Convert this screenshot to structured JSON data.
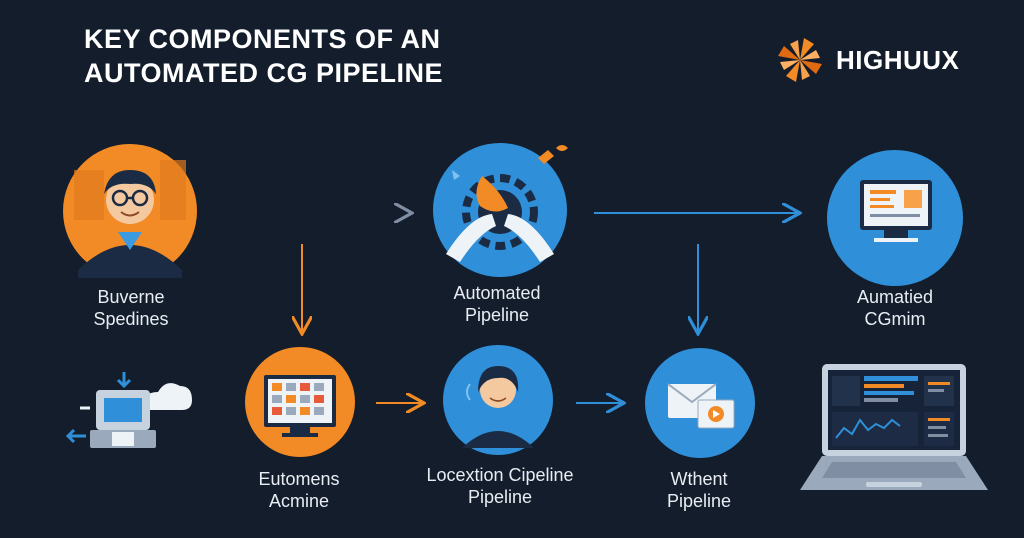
{
  "title": {
    "line1": "KEY COMPONENTS OF AN",
    "line2": "AUTOMATED CG PIPELINE"
  },
  "brand": {
    "name": "HIGHUUX",
    "icon": "pinwheel-logo-icon"
  },
  "colors": {
    "background": "#131d2c",
    "orange": "#f28a25",
    "blue": "#2f8fd8",
    "navy": "#1b2b44"
  },
  "nodes": [
    {
      "id": "business-specs",
      "line1": "Buverne",
      "line2": "Spedines",
      "icon": "developer-avatar-icon",
      "color": "orange"
    },
    {
      "id": "automated-pipeline",
      "line1": "Automated",
      "line2": "Pipeline",
      "icon": "hands-gear-icon",
      "color": "blue"
    },
    {
      "id": "automated-cg",
      "line1": "Aumatied",
      "line2": "CGmim",
      "icon": "monitor-icon",
      "color": "blue"
    },
    {
      "id": "cloud-server",
      "line1": "",
      "line2": "",
      "icon": "cloud-server-icon",
      "color": "none"
    },
    {
      "id": "automation-engine",
      "line1": "Eutomens",
      "line2": "Acmine",
      "icon": "grid-monitor-icon",
      "color": "orange"
    },
    {
      "id": "location-pipeline",
      "line1": "Locextion Cipeline",
      "line2": "Pipeline",
      "icon": "artist-avatar-icon",
      "color": "blue"
    },
    {
      "id": "render-pipeline",
      "line1": "Wthent",
      "line2": "Pipeline",
      "icon": "media-window-icon",
      "color": "blue"
    },
    {
      "id": "laptop-dashboard",
      "line1": "",
      "line2": "",
      "icon": "laptop-dashboard-icon",
      "color": "none"
    }
  ]
}
